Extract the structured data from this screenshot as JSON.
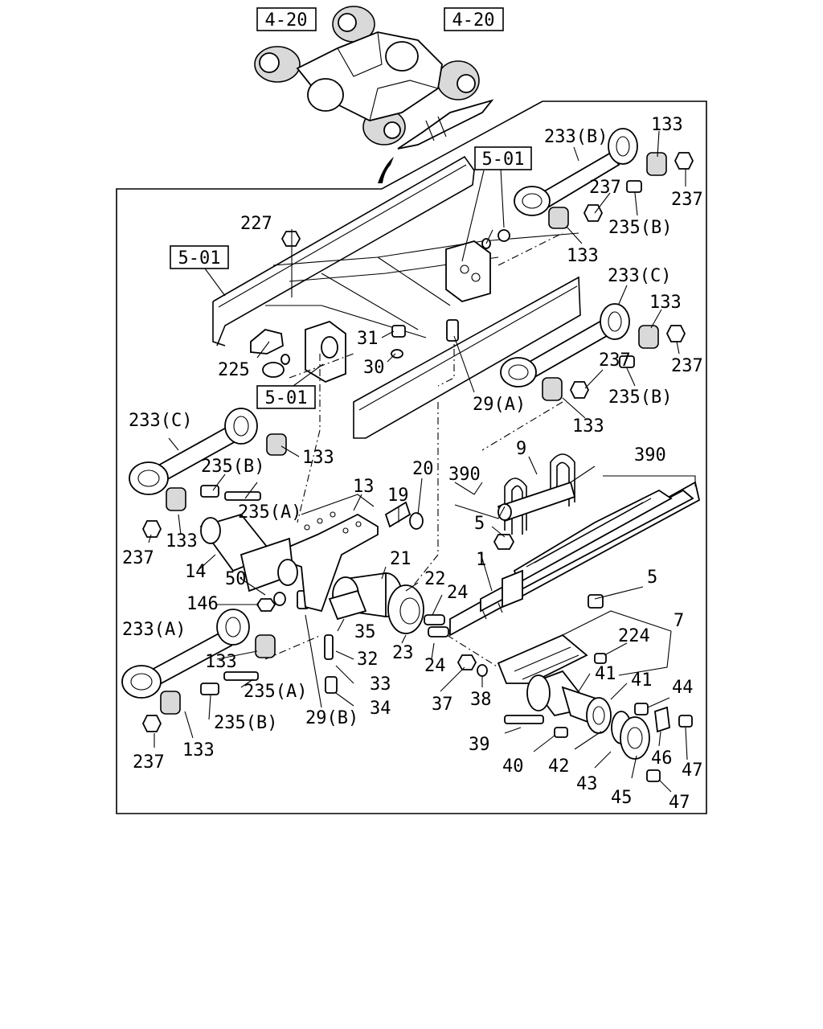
{
  "ref_boxes": [
    "4-20",
    "4-20",
    "5-01",
    "5-01",
    "5-01"
  ],
  "labels": [
    "133",
    "233(B)",
    "237",
    "237",
    "235(B)",
    "133",
    "227",
    "233(C)",
    "133",
    "237",
    "237",
    "235(B)",
    "133",
    "31",
    "30",
    "225",
    "29(A)",
    "233(C)",
    "133",
    "235(B)",
    "235(A)",
    "133",
    "237",
    "13",
    "19",
    "20",
    "9",
    "390",
    "390",
    "5",
    "14",
    "21",
    "50",
    "22",
    "146",
    "24",
    "1",
    "5",
    "233(A)",
    "35",
    "23",
    "24",
    "7",
    "224",
    "133",
    "32",
    "235(A)",
    "33",
    "41",
    "41",
    "44",
    "37",
    "38",
    "34",
    "29(B)",
    "235(B)",
    "39",
    "40",
    "42",
    "43",
    "46",
    "47",
    "45",
    "47",
    "237",
    "133"
  ]
}
